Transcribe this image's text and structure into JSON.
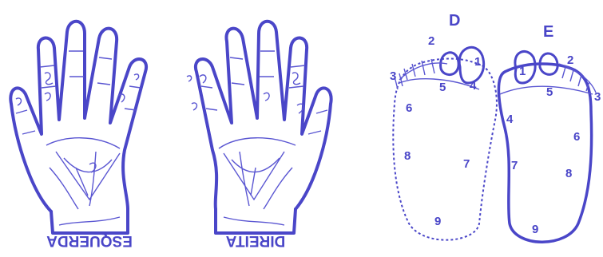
{
  "hands": {
    "left_label": "ESQUERDA",
    "right_label": "DIREITA"
  },
  "feet": {
    "right_foot_label": "D",
    "left_foot_label": "E",
    "right_foot_points": [
      "1",
      "2",
      "3",
      "4",
      "5",
      "6",
      "7",
      "8",
      "9"
    ],
    "left_foot_points": [
      "1",
      "2",
      "3",
      "4",
      "5",
      "6",
      "7",
      "8",
      "9"
    ]
  },
  "colors": {
    "ink": "#4a46c8",
    "background": "#ffffff"
  }
}
